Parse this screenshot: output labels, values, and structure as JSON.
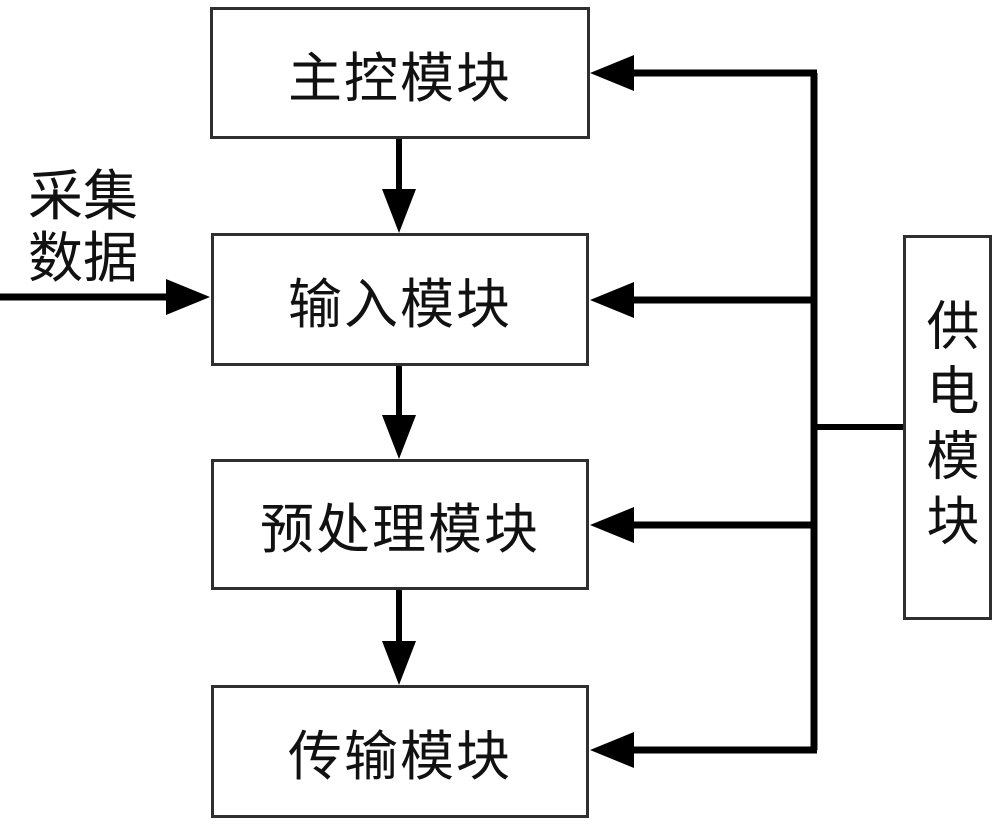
{
  "diagram": {
    "type": "block-diagram",
    "nodes": {
      "main_control": {
        "label": "主控模块"
      },
      "input": {
        "label": "输入模块"
      },
      "preprocess": {
        "label": "预处理模块"
      },
      "transmission": {
        "label": "传输模块"
      },
      "power": {
        "label": "供电模块",
        "orientation": "vertical"
      }
    },
    "external_input": {
      "label": "采集数据",
      "lines": [
        "采集",
        "数据"
      ]
    },
    "edges": [
      {
        "from": "main_control",
        "to": "input",
        "style": "arrow-down"
      },
      {
        "from": "input",
        "to": "preprocess",
        "style": "arrow-down"
      },
      {
        "from": "preprocess",
        "to": "transmission",
        "style": "arrow-down"
      },
      {
        "from": "external_input",
        "to": "input",
        "style": "arrow-right"
      },
      {
        "from": "power",
        "to": "main_control",
        "style": "arrow-left"
      },
      {
        "from": "power",
        "to": "input",
        "style": "arrow-left"
      },
      {
        "from": "power",
        "to": "preprocess",
        "style": "arrow-left"
      },
      {
        "from": "power",
        "to": "transmission",
        "style": "arrow-left"
      }
    ]
  },
  "colors": {
    "line": "#000000",
    "border": "#2f2f2f",
    "text": "#111111",
    "background": "#ffffff"
  }
}
